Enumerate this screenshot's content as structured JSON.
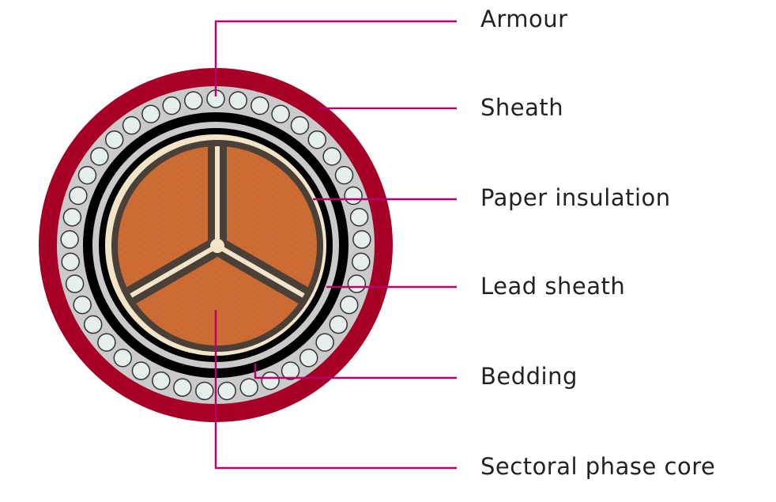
{
  "title": "Paper-insulated lead-sheathed armoured cable cross-section",
  "labels": {
    "armour": "Armour",
    "sheath": "Sheath",
    "paper_insulation": "Paper insulation",
    "lead_sheath": "Lead sheath",
    "bedding": "Bedding",
    "sectoral_phase_core": "Sectoral phase core"
  },
  "colors": {
    "leader": "#b8006f",
    "sheath": "#a60027",
    "bedding": "#cbcaca",
    "armour_wire": "#e6eeee",
    "black_layer": "#000000",
    "insulation": "#4a4038",
    "copper": "#cc6a33",
    "filler": "#f1e4c8"
  }
}
